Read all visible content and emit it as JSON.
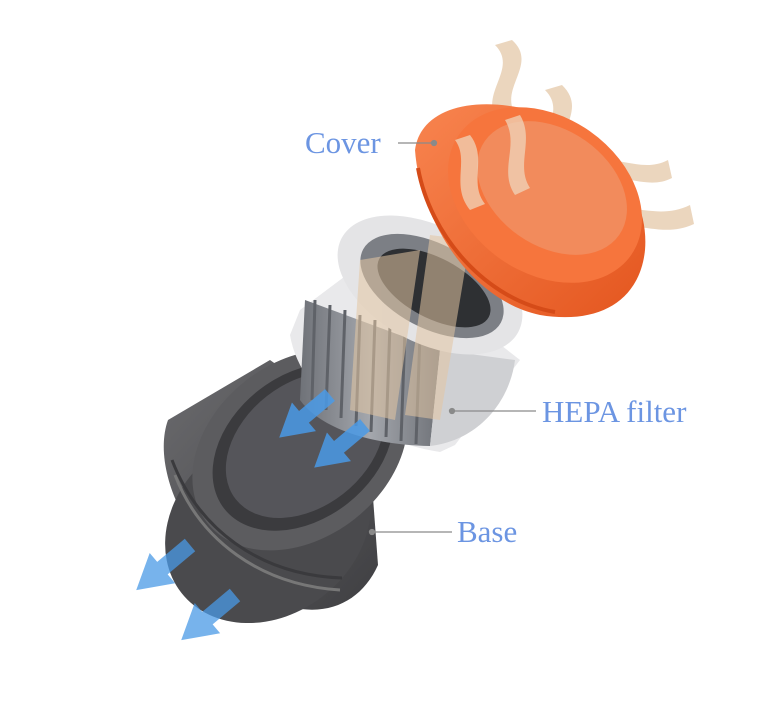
{
  "labels": {
    "cover": "Cover",
    "hepa_filter": "HEPA filter",
    "base": "Base"
  },
  "colors": {
    "label_text": "#6c95e2",
    "leader_line": "#8a8a8a",
    "cover": "#f26a33",
    "base": "#555557",
    "filter_frame": "#e9e9eb",
    "filter_pleats": "#8e9096",
    "air_in": "#e8cfb3",
    "air_out": "#4a9ae6"
  },
  "icons": {
    "intake_air": "wavy-air-stream-icon",
    "exhaust_air": "blue-arrow-icon"
  }
}
